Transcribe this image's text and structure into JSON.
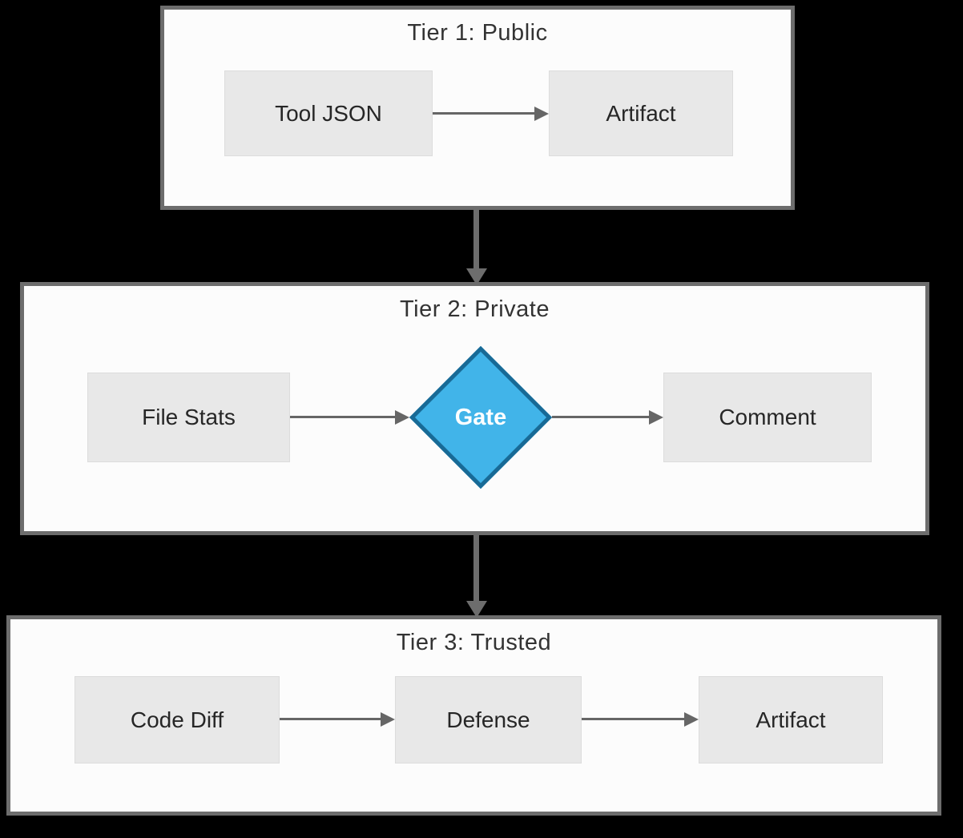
{
  "colors": {
    "background": "#000000",
    "tier_fill": "#fcfcfc",
    "tier_border": "#6d6d6d",
    "node_fill": "#e8e8e8",
    "node_text": "#262626",
    "edge": "#666666",
    "gate_fill": "#41b4e9",
    "gate_border": "#186a96",
    "gate_text": "#ffffff"
  },
  "tiers": [
    {
      "title": "Tier 1: Public",
      "nodes": [
        {
          "id": "tool-json",
          "label": "Tool JSON",
          "type": "process"
        },
        {
          "id": "artifact-1",
          "label": "Artifact",
          "type": "process"
        }
      ],
      "edges": [
        {
          "from": "Tool JSON",
          "to": "Artifact"
        }
      ]
    },
    {
      "title": "Tier 2: Private",
      "nodes": [
        {
          "id": "file-stats",
          "label": "File Stats",
          "type": "process"
        },
        {
          "id": "gate",
          "label": "Gate",
          "type": "decision"
        },
        {
          "id": "comment",
          "label": "Comment",
          "type": "process"
        }
      ],
      "edges": [
        {
          "from": "File Stats",
          "to": "Gate"
        },
        {
          "from": "Gate",
          "to": "Comment"
        }
      ]
    },
    {
      "title": "Tier 3: Trusted",
      "nodes": [
        {
          "id": "code-diff",
          "label": "Code Diff",
          "type": "process"
        },
        {
          "id": "defense",
          "label": "Defense",
          "type": "process"
        },
        {
          "id": "artifact-3",
          "label": "Artifact",
          "type": "process"
        }
      ],
      "edges": [
        {
          "from": "Code Diff",
          "to": "Defense"
        },
        {
          "from": "Defense",
          "to": "Artifact"
        }
      ]
    }
  ],
  "connectors": [
    {
      "from": "Tier 1: Public",
      "to": "Tier 2: Private"
    },
    {
      "from": "Tier 2: Private",
      "to": "Tier 3: Trusted"
    }
  ]
}
